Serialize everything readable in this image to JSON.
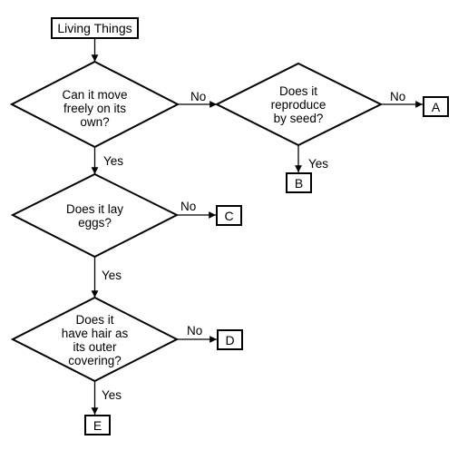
{
  "start": {
    "label": "Living Things"
  },
  "questions": {
    "move": [
      "Can it move",
      "freely on its",
      "own?"
    ],
    "seed": [
      "Does it",
      "reproduce",
      "by seed?"
    ],
    "eggs": [
      "Does it lay",
      "eggs?"
    ],
    "hair": [
      "Does it",
      "have hair as",
      "its outer",
      "covering?"
    ]
  },
  "outcomes": {
    "A": "A",
    "B": "B",
    "C": "C",
    "D": "D",
    "E": "E"
  },
  "edges": {
    "yes": "Yes",
    "no": "No"
  }
}
